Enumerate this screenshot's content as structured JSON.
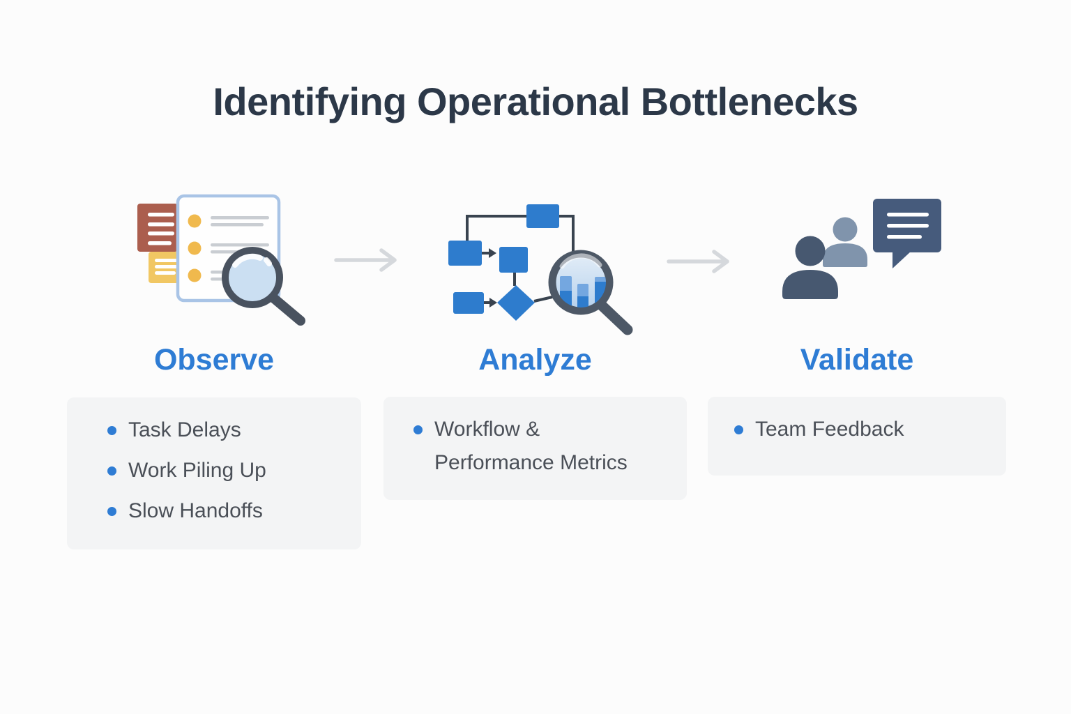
{
  "page": {
    "title": "Identifying Operational Bottlenecks"
  },
  "steps": [
    {
      "label": "Observe",
      "icon": "document-checklist-magnifier-icon",
      "bullets": [
        "Task Delays",
        "Work Piling Up",
        "Slow Handoffs"
      ]
    },
    {
      "label": "Analyze",
      "icon": "flowchart-magnifier-chart-icon",
      "bullets": [
        "Workflow & Performance Metrics"
      ]
    },
    {
      "label": "Validate",
      "icon": "team-feedback-speech-bubble-icon",
      "bullets": [
        "Team Feedback"
      ]
    }
  ],
  "arrows": [
    {
      "icon": "right-arrow-icon"
    },
    {
      "icon": "right-arrow-icon"
    }
  ],
  "colors": {
    "background": "#fcfcfc",
    "title_text": "#2c3848",
    "step_heading": "#2e7cd4",
    "bullet_text": "#4a4f57",
    "bullet_dot": "#2e7cd4",
    "card_background": "#f3f4f5",
    "arrow": "#d5d8dc",
    "flowchart_blue": "#2e7ccd",
    "icon_dark_slate": "#4d5866",
    "checklist_circle_yellow": "#f0b94d",
    "back_card_red": "#ab5e4e",
    "back_card_yellow": "#f1c763",
    "person_dark": "#475870",
    "person_light": "#8094ac",
    "speech_bubble": "#465b7c"
  }
}
